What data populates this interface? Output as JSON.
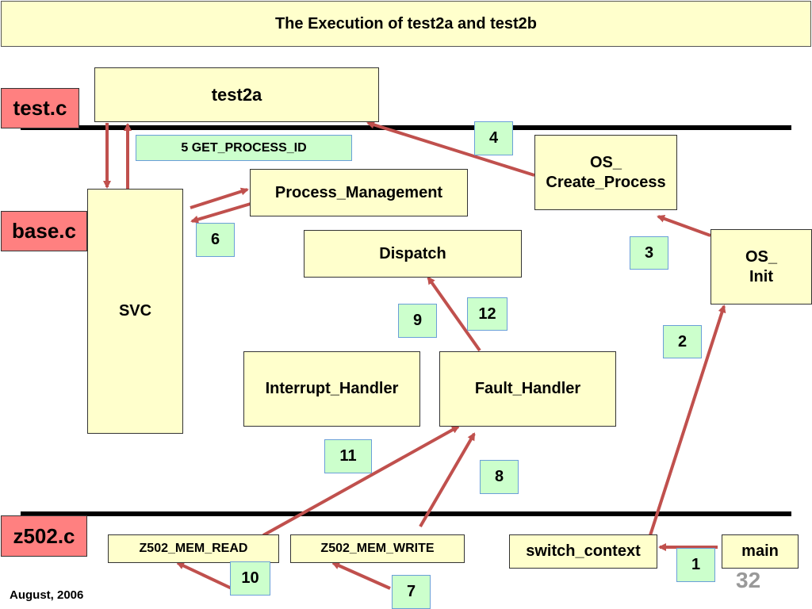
{
  "title": "The Execution of test2a and test2b",
  "files": {
    "test_c": "test.c",
    "base_c": "base.c",
    "z502_c": "z502.c"
  },
  "boxes": {
    "test2a": "test2a",
    "svc": "SVC",
    "process_management": "Process_Management",
    "dispatch": "Dispatch",
    "os_create_process": "OS_\nCreate_Process",
    "os_init": "OS_\nInit",
    "interrupt_handler": "Interrupt_Handler",
    "fault_handler": "Fault_Handler",
    "z502_mem_read": "Z502_MEM_READ",
    "z502_mem_write": "Z502_MEM_WRITE",
    "switch_context": "switch_context",
    "main": "main"
  },
  "labels": {
    "get_process_id": "5 GET_PROCESS_ID",
    "n1": "1",
    "n2": "2",
    "n3": "3",
    "n4": "4",
    "n6": "6",
    "n7": "7",
    "n8": "8",
    "n9": "9",
    "n10": "10",
    "n11": "11",
    "n12": "12"
  },
  "footer": "August, 2006",
  "page_number": "32",
  "colors": {
    "box_fill": "#ffffcc",
    "file_fill": "#ff8080",
    "step_fill": "#ccffcc",
    "arrow": "#c0504d",
    "divider": "#000000"
  }
}
